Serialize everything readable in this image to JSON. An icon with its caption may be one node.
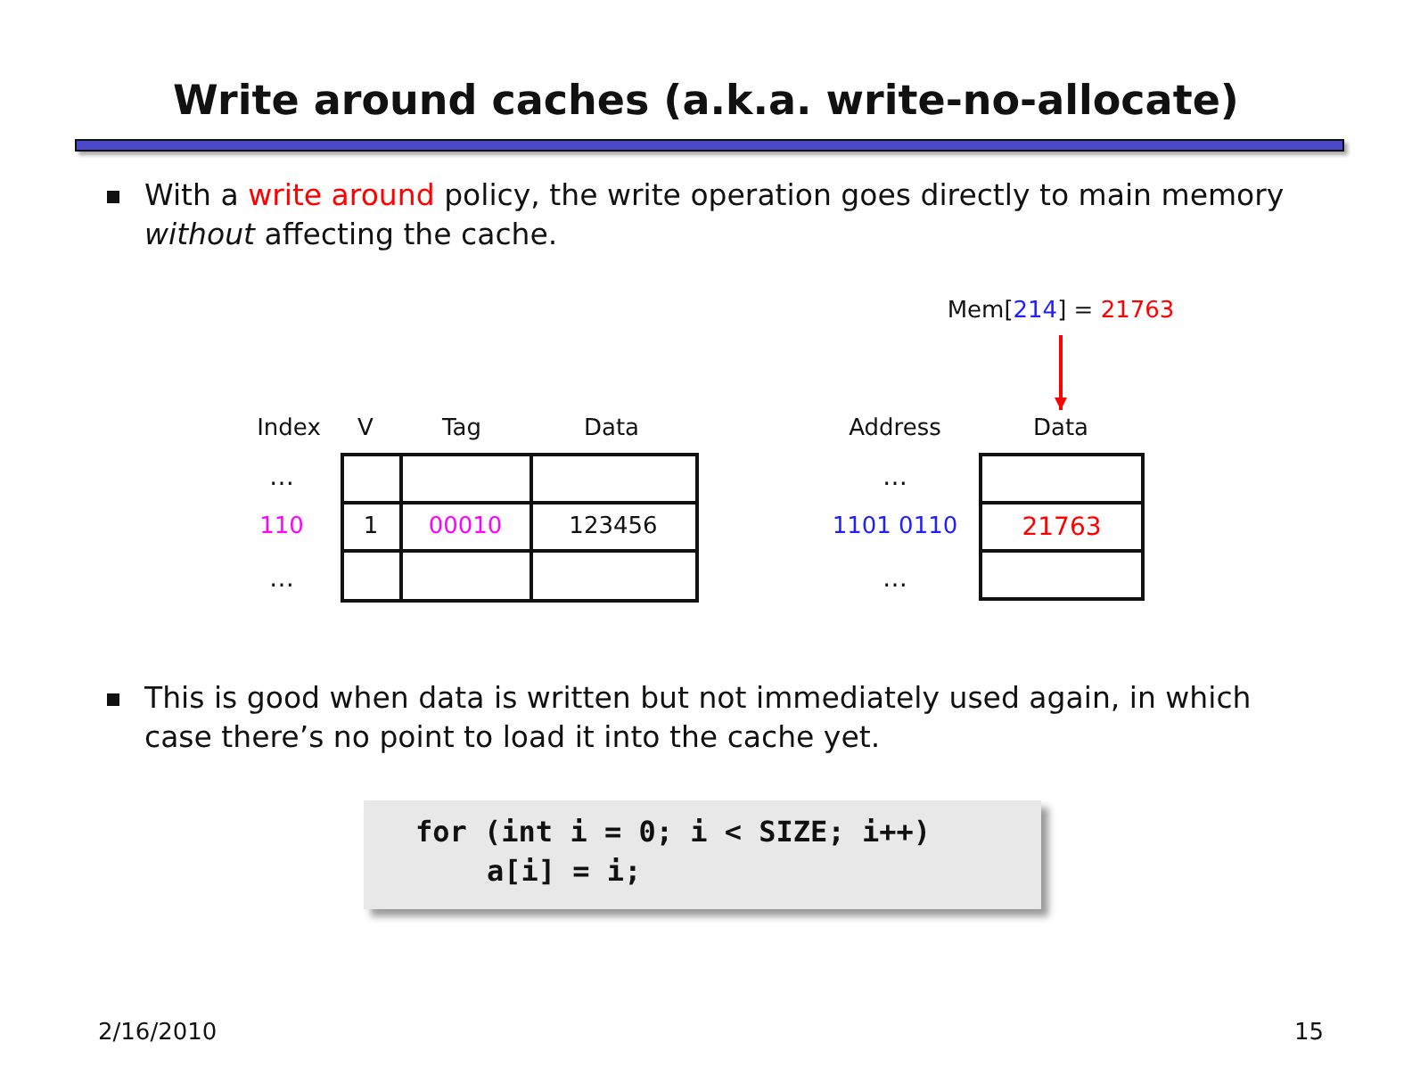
{
  "diagram": {
    "title": "Write around caches (a.k.a. write-no-allocate)",
    "nodes": [
      {
        "text": [
          "Mem[214] = 21763"
        ]
      },
      {
        "text": [
          "Data"
        ]
      },
      {
        "text": [],
        "shape": "box"
      },
      {
        "text": [
          "21763"
        ]
      },
      {
        "text": [],
        "shape": "box"
      }
    ],
    "edges": [
      {
        "from": 0,
        "to": 1,
        "arrow": "to",
        "color": "#ff0000"
      }
    ],
    "labels": [
      "With a **write around** policy, the write operation goes directly to main memory *without* affecting the cache.",
      "Index",
      "V",
      "Tag",
      "Data",
      "Address",
      "…",
      "…",
      "110",
      "1",
      "00010",
      "123456",
      "1101 0110",
      "…",
      "…",
      "This is good when data is written but not immediately used again, in which case there’s no point to load it into the cache yet.",
      "for (int i = 0; i < SIZE; i++)",
      "a[i] = i;",
      "2/16/2010",
      "15"
    ]
  }
}
